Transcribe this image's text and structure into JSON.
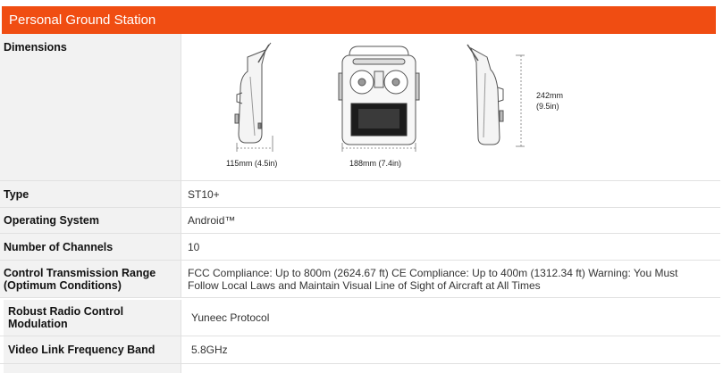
{
  "section": {
    "title": "Personal Ground Station"
  },
  "dimensions": {
    "label": "Dimensions",
    "side_width": "115mm (4.5in)",
    "front_width": "188mm (7.4in)",
    "height_mm": "242mm",
    "height_in": "(9.5in)"
  },
  "specs": [
    {
      "label": "Type",
      "value": "ST10+"
    },
    {
      "label": "Operating System",
      "value": "Android™"
    },
    {
      "label": "Number of Channels",
      "value": "10"
    },
    {
      "label": "Control Transmission Range (Optimum Conditions)",
      "value": "FCC Compliance: Up to 800m (2624.67 ft) CE Compliance: Up to 400m (1312.34 ft) Warning: You Must Follow Local Laws and Maintain Visual Line of Sight of Aircraft at All Times"
    },
    {
      "label": "Robust Radio Control Modulation",
      "value": "Yuneec Protocol"
    },
    {
      "label": "Video Link Frequency Band",
      "value": "5.8GHz"
    }
  ]
}
